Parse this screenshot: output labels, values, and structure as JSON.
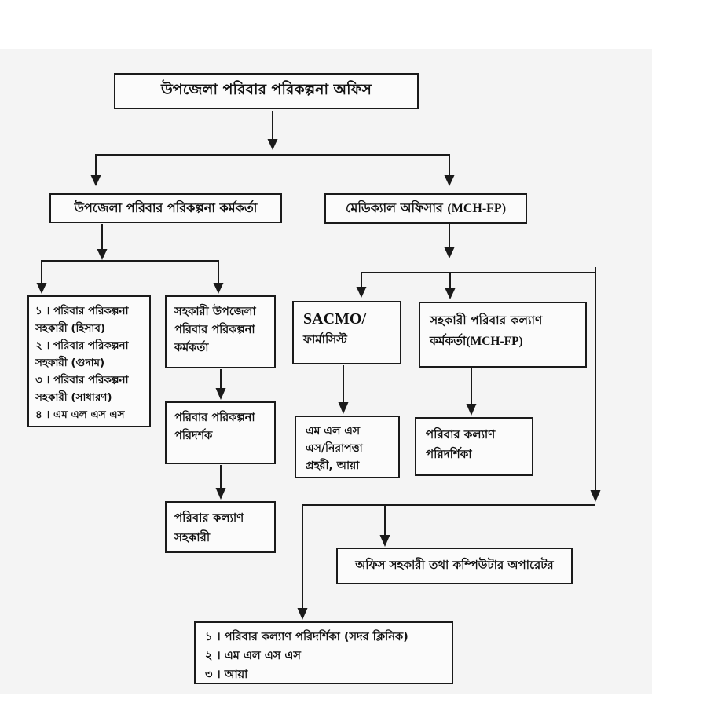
{
  "colors": {
    "page_background": "#ffffff",
    "panel_background": "#f4f4f4",
    "box_background": "#fbfbfb",
    "box_border": "#1a1a1a",
    "connector": "#1a1a1a",
    "text": "#111111"
  },
  "nodes": {
    "head_office": {
      "label": "উপজেলা পরিবার পরিকল্পনা অফিস"
    },
    "ufpo": {
      "label": "উপজেলা পরিবার পরিকল্পনা কর্মকর্তা"
    },
    "medical_officer": {
      "label_bn": "মেডিক্যাল অফিসার",
      "label_en": "(MCH-FP)"
    },
    "fp_assistants": {
      "lines": [
        "১ । পরিবার পরিকল্পনা",
        "সহকারী (হিসাব)",
        "২ । পরিবার পরিকল্পনা",
        "সহকারী (গুদাম)",
        "৩ । পরিবার পরিকল্পনা",
        "সহকারী (সাধারণ)",
        "৪ । এম এল এস এস"
      ]
    },
    "asst_ufpo": {
      "lines": [
        "সহকারী উপজেলা",
        "পরিবার পরিকল্পনা",
        "কর্মকর্তা"
      ]
    },
    "sacmo": {
      "line1_en": "SACMO/",
      "line2_bn": "ফার্মাসিস্ট"
    },
    "afwo": {
      "line1_bn": "সহকারী পরিবার কল্যাণ",
      "line2_bn": "কর্মকর্তা",
      "line2_en": "(MCH-FP)"
    },
    "fp_inspector": {
      "lines": [
        "পরিবার পরিকল্পনা",
        "পরিদর্শক"
      ]
    },
    "mlss_guard_aya": {
      "lines": [
        "এম এল এস",
        "এস/নিরাপত্তা",
        "প্রহরী, আয়া"
      ]
    },
    "family_welfare_visitor": {
      "lines": [
        "পরিবার কল্যাণ",
        "পরিদর্শিকা"
      ]
    },
    "family_welfare_assistant": {
      "lines": [
        "পরিবার কল্যাণ",
        "সহকারী"
      ]
    },
    "office_assistant": {
      "label": "অফিস সহকারী তথা কম্পিউটার অপারেটর"
    },
    "sadar_clinic_staff": {
      "lines": [
        "১ । পরিবার কল্যাণ পরিদর্শিকা (সদর ক্লিনিক)",
        "২ । এম এল এস এস",
        "৩ । আয়া"
      ]
    }
  }
}
